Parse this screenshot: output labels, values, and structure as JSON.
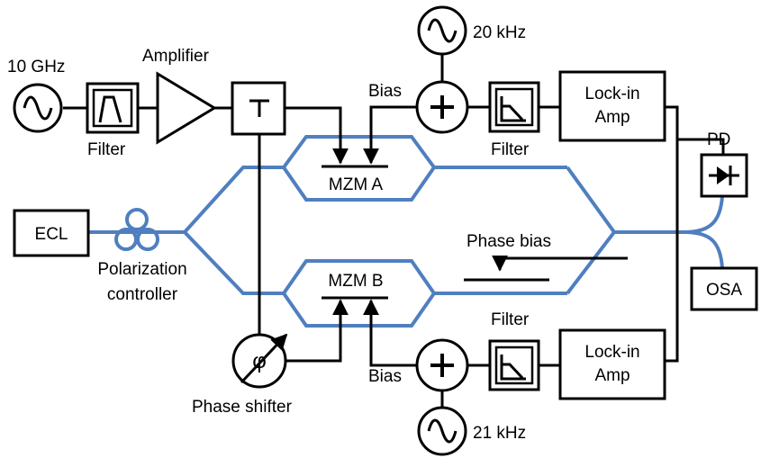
{
  "labels": {
    "source_freq": "10 GHz",
    "amplifier": "Amplifier",
    "filter_rf": "Filter",
    "osc_top_freq": "20 kHz",
    "bias_top": "Bias",
    "lockin_top_line1": "Lock-in",
    "lockin_top_line2": "Amp",
    "filter_top": "Filter",
    "pd": "PD",
    "mzm_a": "MZM A",
    "ecl": "ECL",
    "polarization_line1": "Polarization",
    "polarization_line2": "controller",
    "phase_bias": "Phase bias",
    "osa": "OSA",
    "mzm_b": "MZM B",
    "filter_bottom": "Filter",
    "phi_symbol": "φ",
    "bias_bottom": "Bias",
    "lockin_bottom_line1": "Lock-in",
    "lockin_bottom_line2": "Amp",
    "phase_shifter": "Phase shifter",
    "osc_bottom_freq": "21 kHz"
  },
  "colors": {
    "fiber": "#4f7fbf",
    "wire": "#000000"
  }
}
